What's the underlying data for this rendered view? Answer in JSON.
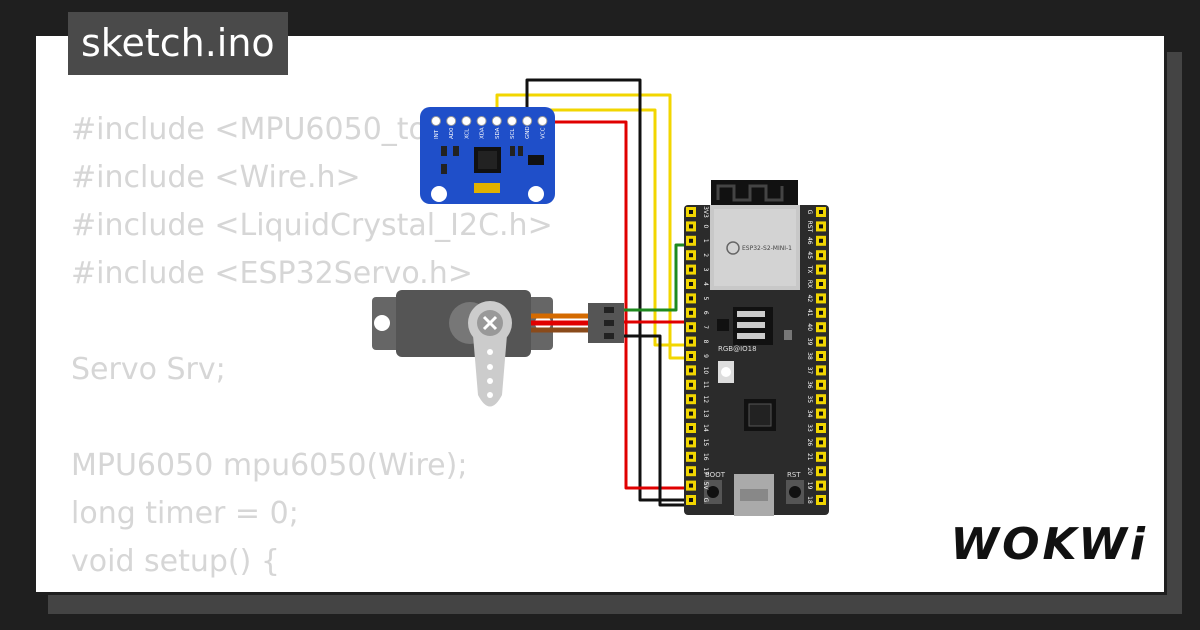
{
  "header": {
    "tab_title": "sketch.ino"
  },
  "editor": {
    "code_lines": [
      "#include <MPU6050_tockn.h>",
      "#include <Wire.h>",
      "#include <LiquidCrystal_I2C.h>",
      "#include <ESP32Servo.h>",
      "",
      "Servo Srv;",
      "",
      "MPU6050 mpu6050(Wire);",
      "long timer = 0;",
      "void setup() {"
    ]
  },
  "diagram": {
    "mpu_pins": [
      "INT",
      "AD0",
      "XCL",
      "XDA",
      "SDA",
      "SCL",
      "GND",
      "VCC"
    ],
    "esp_left_pins": [
      "3V3",
      "0",
      "1",
      "2",
      "3",
      "4",
      "5",
      "6",
      "7",
      "8",
      "9",
      "10",
      "11",
      "12",
      "13",
      "14",
      "15",
      "16",
      "17",
      "5V",
      "G"
    ],
    "esp_right_pins": [
      "G",
      "RST",
      "46",
      "45",
      "TX",
      "RX",
      "42",
      "41",
      "40",
      "39",
      "38",
      "37",
      "36",
      "35",
      "34",
      "33",
      "26",
      "21",
      "20",
      "19",
      "18"
    ],
    "module_label": "ESP32-S2-MINI-1",
    "led_label": "RGB@IO18",
    "boot_label": "BOOT",
    "rst_label": "RST",
    "colors": {
      "wire_yellow": "#f2d600",
      "wire_red": "#e00000",
      "wire_black": "#111111",
      "wire_green": "#1e8a1e",
      "board": "#2b2b2b",
      "mpu": "#1f4fc9"
    }
  },
  "brand": {
    "logo_text": "WOKWi"
  }
}
